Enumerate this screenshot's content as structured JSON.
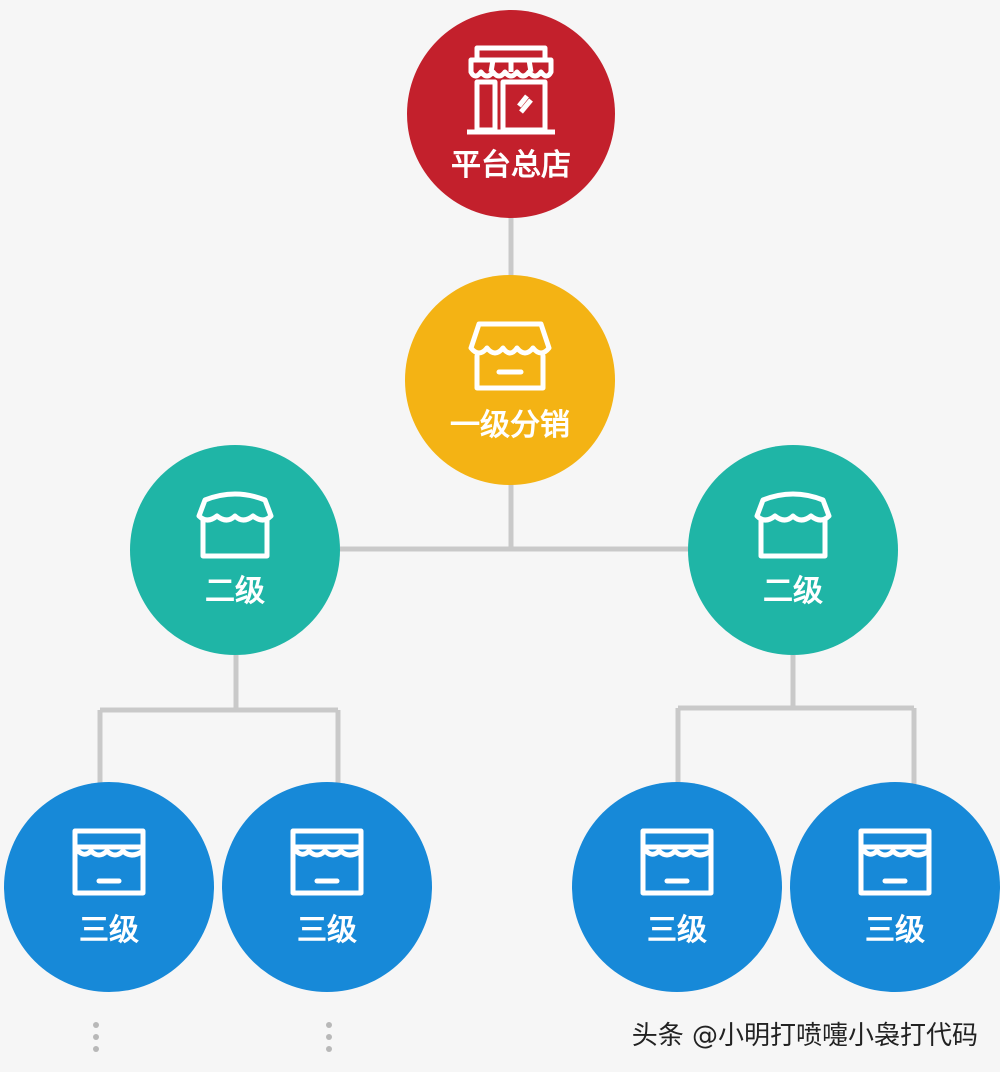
{
  "nodes": {
    "root": {
      "label": "平台总店",
      "color": "#c3202c",
      "icon": "storefront-icon"
    },
    "level1": {
      "label": "一级分销",
      "color": "#f4b314",
      "icon": "shop-awning-icon"
    },
    "level2": [
      {
        "label": "二级",
        "color": "#1fb5a6",
        "icon": "shop-icon"
      },
      {
        "label": "二级",
        "color": "#1fb5a6",
        "icon": "shop-icon"
      }
    ],
    "level3": [
      {
        "label": "三级",
        "color": "#1789d8",
        "icon": "shop-box-icon"
      },
      {
        "label": "三级",
        "color": "#1789d8",
        "icon": "shop-box-icon"
      },
      {
        "label": "三级",
        "color": "#1789d8",
        "icon": "shop-box-icon"
      },
      {
        "label": "三级",
        "color": "#1789d8",
        "icon": "shop-box-icon"
      }
    ]
  },
  "connector_color": "#c9c9c9",
  "watermark": "头条 @小明打喷嚏小袅打代码"
}
